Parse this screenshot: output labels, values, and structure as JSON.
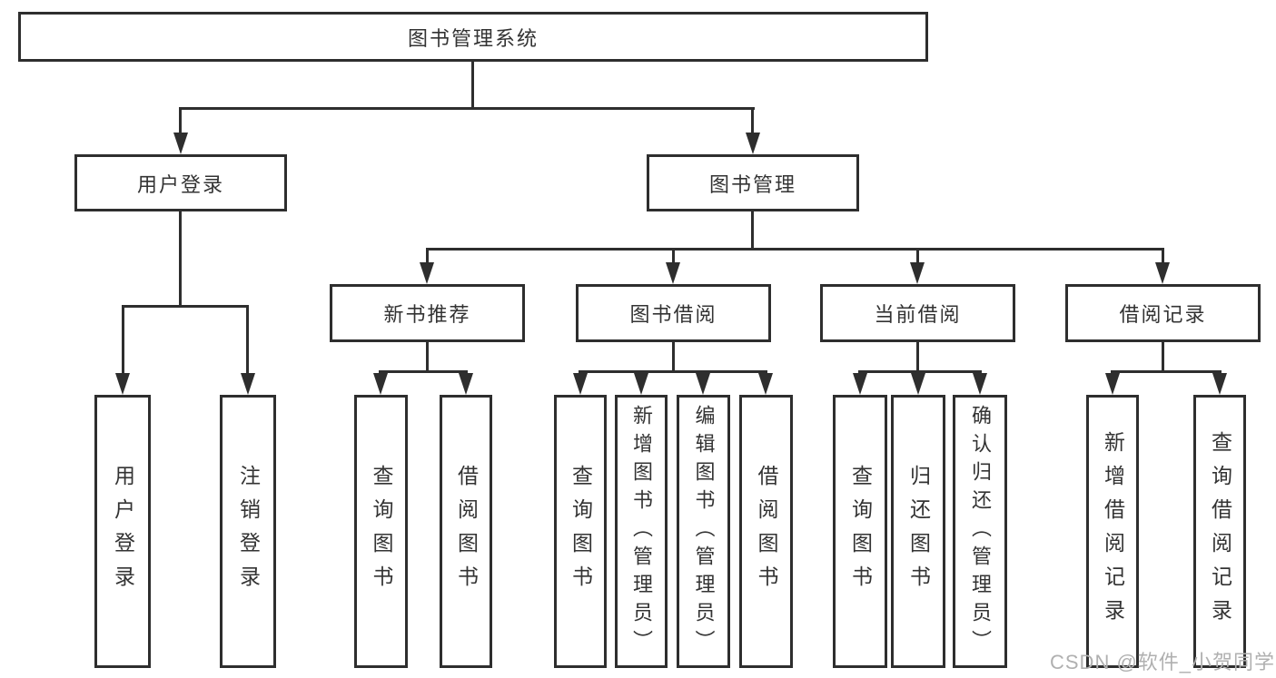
{
  "diagram": {
    "title": "图书管理系统",
    "level2": {
      "login": "用户登录",
      "manage": "图书管理"
    },
    "level3": {
      "recommend": "新书推荐",
      "borrow": "图书借阅",
      "current": "当前借阅",
      "records": "借阅记录"
    },
    "leaves": {
      "login": [
        "用户登录",
        "注销登录"
      ],
      "recommend": [
        "查询图书",
        "借阅图书"
      ],
      "borrow": [
        "查询图书",
        "新增图书（管理员）",
        "编辑图书（管理员）",
        "借阅图书"
      ],
      "current": [
        "查询图书",
        "归还图书",
        "确认归还（管理员）"
      ],
      "records": [
        "新增借阅记录",
        "查询借阅记录"
      ]
    },
    "watermark": "CSDN @软件_小贺同学",
    "colors": {
      "line": "#2e2e2e",
      "text": "#333333",
      "watermark": "#b0b0b0"
    }
  }
}
